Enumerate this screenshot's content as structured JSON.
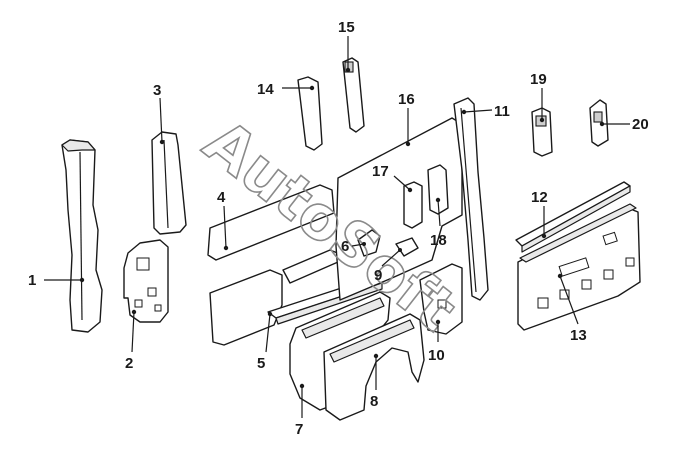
{
  "watermark": {
    "text": "AutoSoft"
  },
  "callouts": [
    {
      "id": "1",
      "label": "1"
    },
    {
      "id": "2",
      "label": "2"
    },
    {
      "id": "3",
      "label": "3"
    },
    {
      "id": "4",
      "label": "4"
    },
    {
      "id": "5",
      "label": "5"
    },
    {
      "id": "6",
      "label": "6"
    },
    {
      "id": "7",
      "label": "7"
    },
    {
      "id": "8",
      "label": "8"
    },
    {
      "id": "9",
      "label": "9"
    },
    {
      "id": "10",
      "label": "10"
    },
    {
      "id": "11",
      "label": "11"
    },
    {
      "id": "12",
      "label": "12"
    },
    {
      "id": "13",
      "label": "13"
    },
    {
      "id": "14",
      "label": "14"
    },
    {
      "id": "15",
      "label": "15"
    },
    {
      "id": "16",
      "label": "16"
    },
    {
      "id": "17",
      "label": "17"
    },
    {
      "id": "18",
      "label": "18"
    },
    {
      "id": "19",
      "label": "19"
    },
    {
      "id": "20",
      "label": "20"
    }
  ]
}
